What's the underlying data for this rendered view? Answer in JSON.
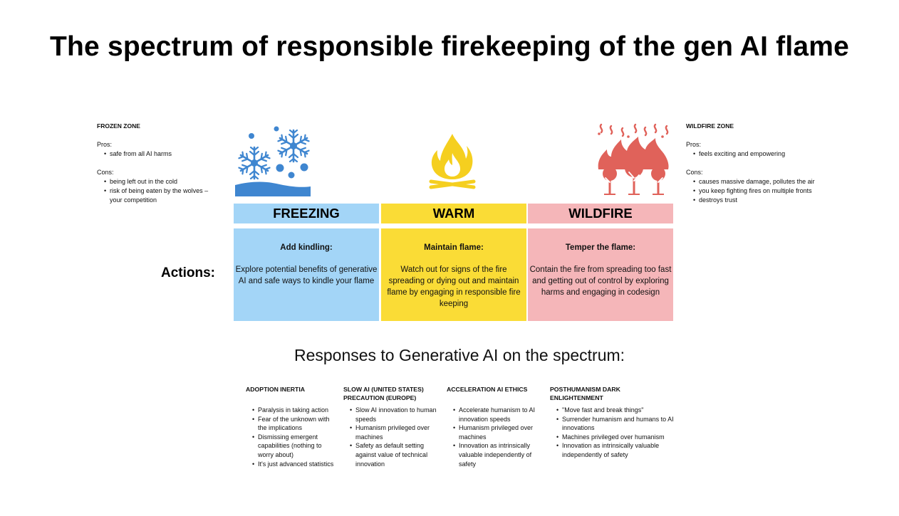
{
  "title": "The spectrum of responsible firekeeping of the gen AI flame",
  "frozen_zone": {
    "heading": "FROZEN ZONE",
    "pros_label": "Pros:",
    "pros": [
      "safe from all AI harms"
    ],
    "cons_label": "Cons:",
    "cons": [
      "being left out in the cold",
      "risk of being eaten by the wolves – your competition"
    ]
  },
  "wildfire_zone": {
    "heading": "WILDFIRE ZONE",
    "pros_label": "Pros:",
    "pros": [
      "feels exciting and empowering"
    ],
    "cons_label": "Cons:",
    "cons": [
      "causes massive damage, pollutes the air",
      "you keep fighting fires on multiple fronts",
      "destroys trust"
    ]
  },
  "icons": {
    "freezing": "snowflake-icon",
    "warm": "campfire-icon",
    "wildfire": "wildfire-icon"
  },
  "colors": {
    "freezing": "#a3d5f7",
    "warm": "#fadc36",
    "wildfire": "#f5b6b9",
    "snow_icon": "#3f86d0",
    "fire_icon": "#f5cf1f",
    "wildfire_icon": "#e0625a"
  },
  "phases": [
    {
      "label": "FREEZING",
      "action_title": "Add kindling:",
      "action_text": "Explore potential benefits of generative AI and safe ways to kindle your flame"
    },
    {
      "label": "WARM",
      "action_title": "Maintain flame:",
      "action_text": "Watch out for signs of the fire spreading or dying out and maintain flame by engaging in responsible fire keeping"
    },
    {
      "label": "WILDFIRE",
      "action_title": "Temper the flame:",
      "action_text": "Contain the fire from spreading too fast and getting out of control  by exploring harms and engaging in codesign"
    }
  ],
  "actions_label": "Actions:",
  "subtitle": "Responses to Generative AI on the spectrum:",
  "responses": [
    {
      "heading": "ADOPTION INERTIA",
      "items": [
        "Paralysis in taking action",
        "Fear of the unknown with the implications",
        "Dismissing emergent capabilities (nothing to worry about)",
        "It's just advanced statistics"
      ]
    },
    {
      "heading": "SLOW AI (UNITED STATES) PRECAUTION (EUROPE)",
      "items": [
        "Slow AI innovation to human speeds",
        "Humanism privileged over machines",
        "Safety as default setting against value of technical innovation"
      ]
    },
    {
      "heading": "ACCELERATION AI ETHICS",
      "items": [
        "Accelerate humanism to AI innovation speeds",
        "Humanism privileged over machines",
        "Innovation as intrinsically valuable independently of safety"
      ]
    },
    {
      "heading": "POSTHUMANISM DARK ENLIGHTENMENT",
      "items": [
        "\"Move fast and break things\"",
        "Surrender humanism and humans to AI innovations",
        "Machines privileged over humanism",
        "Innovation as intrinsically valuable independently of safety"
      ]
    }
  ]
}
